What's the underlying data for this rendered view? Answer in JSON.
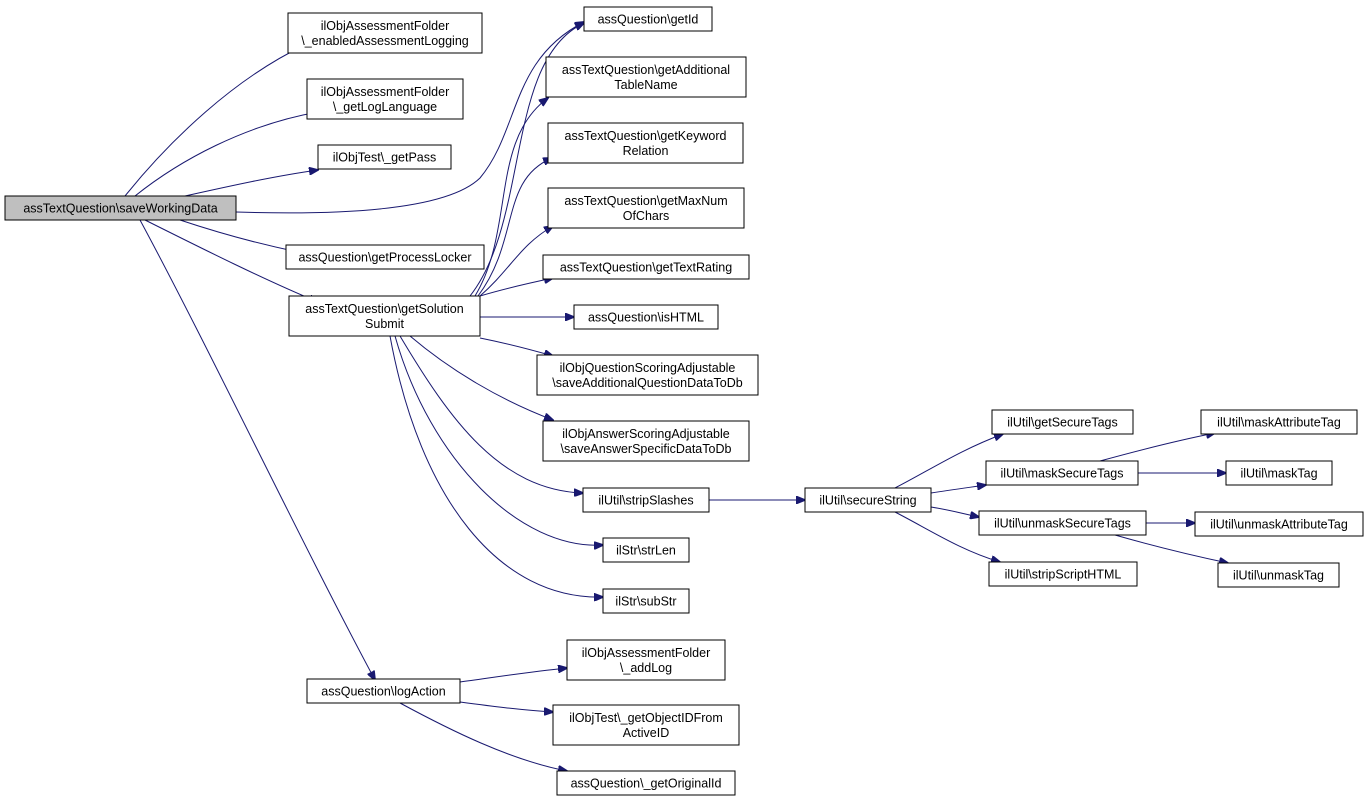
{
  "diagram": {
    "type": "call-graph",
    "edge_color": "#191970",
    "root_fill": "#bfbfbf",
    "nodes": [
      {
        "id": "root",
        "lines": [
          "assTextQuestion\\saveWorkingData"
        ]
      },
      {
        "id": "enabledLogging",
        "lines": [
          "ilObjAssessmentFolder",
          "\\_enabledAssessmentLogging"
        ]
      },
      {
        "id": "getLogLanguage",
        "lines": [
          "ilObjAssessmentFolder",
          "\\_getLogLanguage"
        ]
      },
      {
        "id": "getPass",
        "lines": [
          "ilObjTest\\_getPass"
        ]
      },
      {
        "id": "getProcessLocker",
        "lines": [
          "assQuestion\\getProcessLocker"
        ]
      },
      {
        "id": "getSolutionSubmit",
        "lines": [
          "assTextQuestion\\getSolution",
          "Submit"
        ]
      },
      {
        "id": "logAction",
        "lines": [
          "assQuestion\\logAction"
        ]
      },
      {
        "id": "getId",
        "lines": [
          "assQuestion\\getId"
        ]
      },
      {
        "id": "getAdditionalTableName",
        "lines": [
          "assTextQuestion\\getAdditional",
          "TableName"
        ]
      },
      {
        "id": "getKeywordRelation",
        "lines": [
          "assTextQuestion\\getKeyword",
          "Relation"
        ]
      },
      {
        "id": "getMaxNumOfChars",
        "lines": [
          "assTextQuestion\\getMaxNum",
          "OfChars"
        ]
      },
      {
        "id": "getTextRating",
        "lines": [
          "assTextQuestion\\getTextRating"
        ]
      },
      {
        "id": "isHTML",
        "lines": [
          "assQuestion\\isHTML"
        ]
      },
      {
        "id": "saveAdditionalQuestionData",
        "lines": [
          "ilObjQuestionScoringAdjustable",
          "\\saveAdditionalQuestionDataToDb"
        ]
      },
      {
        "id": "saveAnswerSpecificData",
        "lines": [
          "ilObjAnswerScoringAdjustable",
          "\\saveAnswerSpecificDataToDb"
        ]
      },
      {
        "id": "stripSlashes",
        "lines": [
          "ilUtil\\stripSlashes"
        ]
      },
      {
        "id": "strLen",
        "lines": [
          "ilStr\\strLen"
        ]
      },
      {
        "id": "subStr",
        "lines": [
          "ilStr\\subStr"
        ]
      },
      {
        "id": "addLog",
        "lines": [
          "ilObjAssessmentFolder",
          "\\_addLog"
        ]
      },
      {
        "id": "getObjectIDFromActiveID",
        "lines": [
          "ilObjTest\\_getObjectIDFrom",
          "ActiveID"
        ]
      },
      {
        "id": "getOriginalId",
        "lines": [
          "assQuestion\\_getOriginalId"
        ]
      },
      {
        "id": "secureString",
        "lines": [
          "ilUtil\\secureString"
        ]
      },
      {
        "id": "getSecureTags",
        "lines": [
          "ilUtil\\getSecureTags"
        ]
      },
      {
        "id": "maskSecureTags",
        "lines": [
          "ilUtil\\maskSecureTags"
        ]
      },
      {
        "id": "unmaskSecureTags",
        "lines": [
          "ilUtil\\unmaskSecureTags"
        ]
      },
      {
        "id": "stripScriptHTML",
        "lines": [
          "ilUtil\\stripScriptHTML"
        ]
      },
      {
        "id": "maskAttributeTag",
        "lines": [
          "ilUtil\\maskAttributeTag"
        ]
      },
      {
        "id": "maskTag",
        "lines": [
          "ilUtil\\maskTag"
        ]
      },
      {
        "id": "unmaskAttributeTag",
        "lines": [
          "ilUtil\\unmaskAttributeTag"
        ]
      },
      {
        "id": "unmaskTag",
        "lines": [
          "ilUtil\\unmaskTag"
        ]
      }
    ],
    "edges": [
      [
        "root",
        "enabledLogging"
      ],
      [
        "root",
        "getLogLanguage"
      ],
      [
        "root",
        "getPass"
      ],
      [
        "root",
        "getId"
      ],
      [
        "root",
        "getProcessLocker"
      ],
      [
        "root",
        "getSolutionSubmit"
      ],
      [
        "root",
        "logAction"
      ],
      [
        "getSolutionSubmit",
        "getId"
      ],
      [
        "getSolutionSubmit",
        "getAdditionalTableName"
      ],
      [
        "getSolutionSubmit",
        "getKeywordRelation"
      ],
      [
        "getSolutionSubmit",
        "getMaxNumOfChars"
      ],
      [
        "getSolutionSubmit",
        "getTextRating"
      ],
      [
        "getSolutionSubmit",
        "isHTML"
      ],
      [
        "getSolutionSubmit",
        "saveAdditionalQuestionData"
      ],
      [
        "getSolutionSubmit",
        "saveAnswerSpecificData"
      ],
      [
        "getSolutionSubmit",
        "stripSlashes"
      ],
      [
        "getSolutionSubmit",
        "strLen"
      ],
      [
        "getSolutionSubmit",
        "subStr"
      ],
      [
        "logAction",
        "addLog"
      ],
      [
        "logAction",
        "getObjectIDFromActiveID"
      ],
      [
        "logAction",
        "getOriginalId"
      ],
      [
        "stripSlashes",
        "secureString"
      ],
      [
        "secureString",
        "getSecureTags"
      ],
      [
        "secureString",
        "maskSecureTags"
      ],
      [
        "secureString",
        "unmaskSecureTags"
      ],
      [
        "secureString",
        "stripScriptHTML"
      ],
      [
        "maskSecureTags",
        "maskAttributeTag"
      ],
      [
        "maskSecureTags",
        "maskTag"
      ],
      [
        "unmaskSecureTags",
        "unmaskAttributeTag"
      ],
      [
        "unmaskSecureTags",
        "unmaskTag"
      ]
    ]
  }
}
